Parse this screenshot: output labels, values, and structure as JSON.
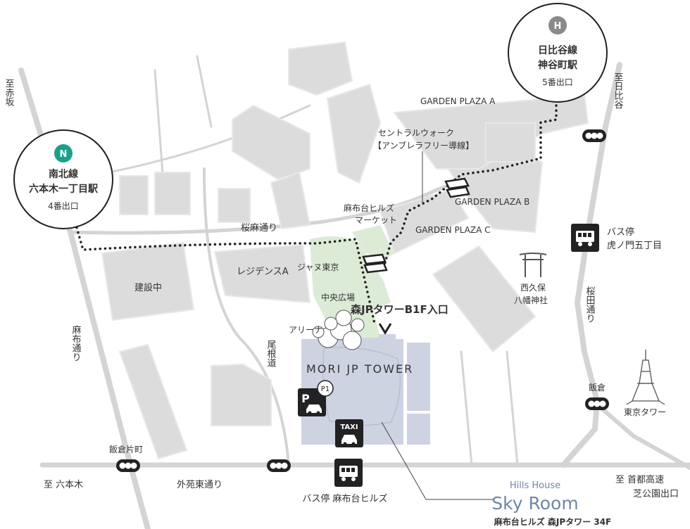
{
  "stations": {
    "north": {
      "icon_letter": "N",
      "line": "南北線",
      "station": "六本木一丁目駅",
      "exit": "4番出口",
      "color": "#1aa08a"
    },
    "hibiya": {
      "icon_letter": "H",
      "line": "日比谷線",
      "station": "神谷町駅",
      "exit": "5番出口",
      "color": "#8a8a8a"
    }
  },
  "directions": {
    "akasaka": "至赤坂",
    "hibiya": "至日比谷",
    "roppongi": "至 六本木",
    "shuto_a": "至 首都高速",
    "shuto_b": "芝公園出口"
  },
  "roads": {
    "sakurada_dori": "桜麻通り",
    "azabu_dori": "麻布通り",
    "oneda": "尾根道",
    "gaien": "外苑東通り",
    "sakurada": "桜田通り"
  },
  "places": {
    "construction": "建設中",
    "residence_a": "レジデンスA",
    "janu": "ジャヌ東京",
    "market_a": "麻布台ヒルズ",
    "market_b": "マーケット",
    "central_plaza": "中央広場",
    "arena": "アリーナ",
    "central_walk": "セントラルウォーク",
    "umbrella_free": "【アンブレラフリー導線】",
    "garden_a": "GARDEN PLAZA A",
    "garden_b": "GARDEN PLAZA B",
    "garden_c": "GARDEN PLAZA C",
    "shrine_a": "西久保",
    "shrine_b": "八幡神社",
    "tower_name": "MORI JP TOWER",
    "entrance": "森JPタワーB1F入口",
    "tokyo_tower": "東京タワー",
    "iikura": "飯倉",
    "iikura_katamachi": "飯倉片町"
  },
  "bus": {
    "toranomon_a": "バス停",
    "toranomon_b": "虎ノ門五丁目",
    "azabudai": "バス停 麻布台ヒルズ"
  },
  "parking": {
    "p": "P",
    "p1": "P1"
  },
  "taxi": "TAXI",
  "skyroom": {
    "hills_house": "Hills House",
    "name": "Sky Room",
    "address": "麻布台ヒルズ 森JPタワー 34F"
  },
  "colors": {
    "tower": "#ced3e2",
    "green": "#dcebd6",
    "skyroom": "#6f86a8",
    "dark": "#333333"
  }
}
